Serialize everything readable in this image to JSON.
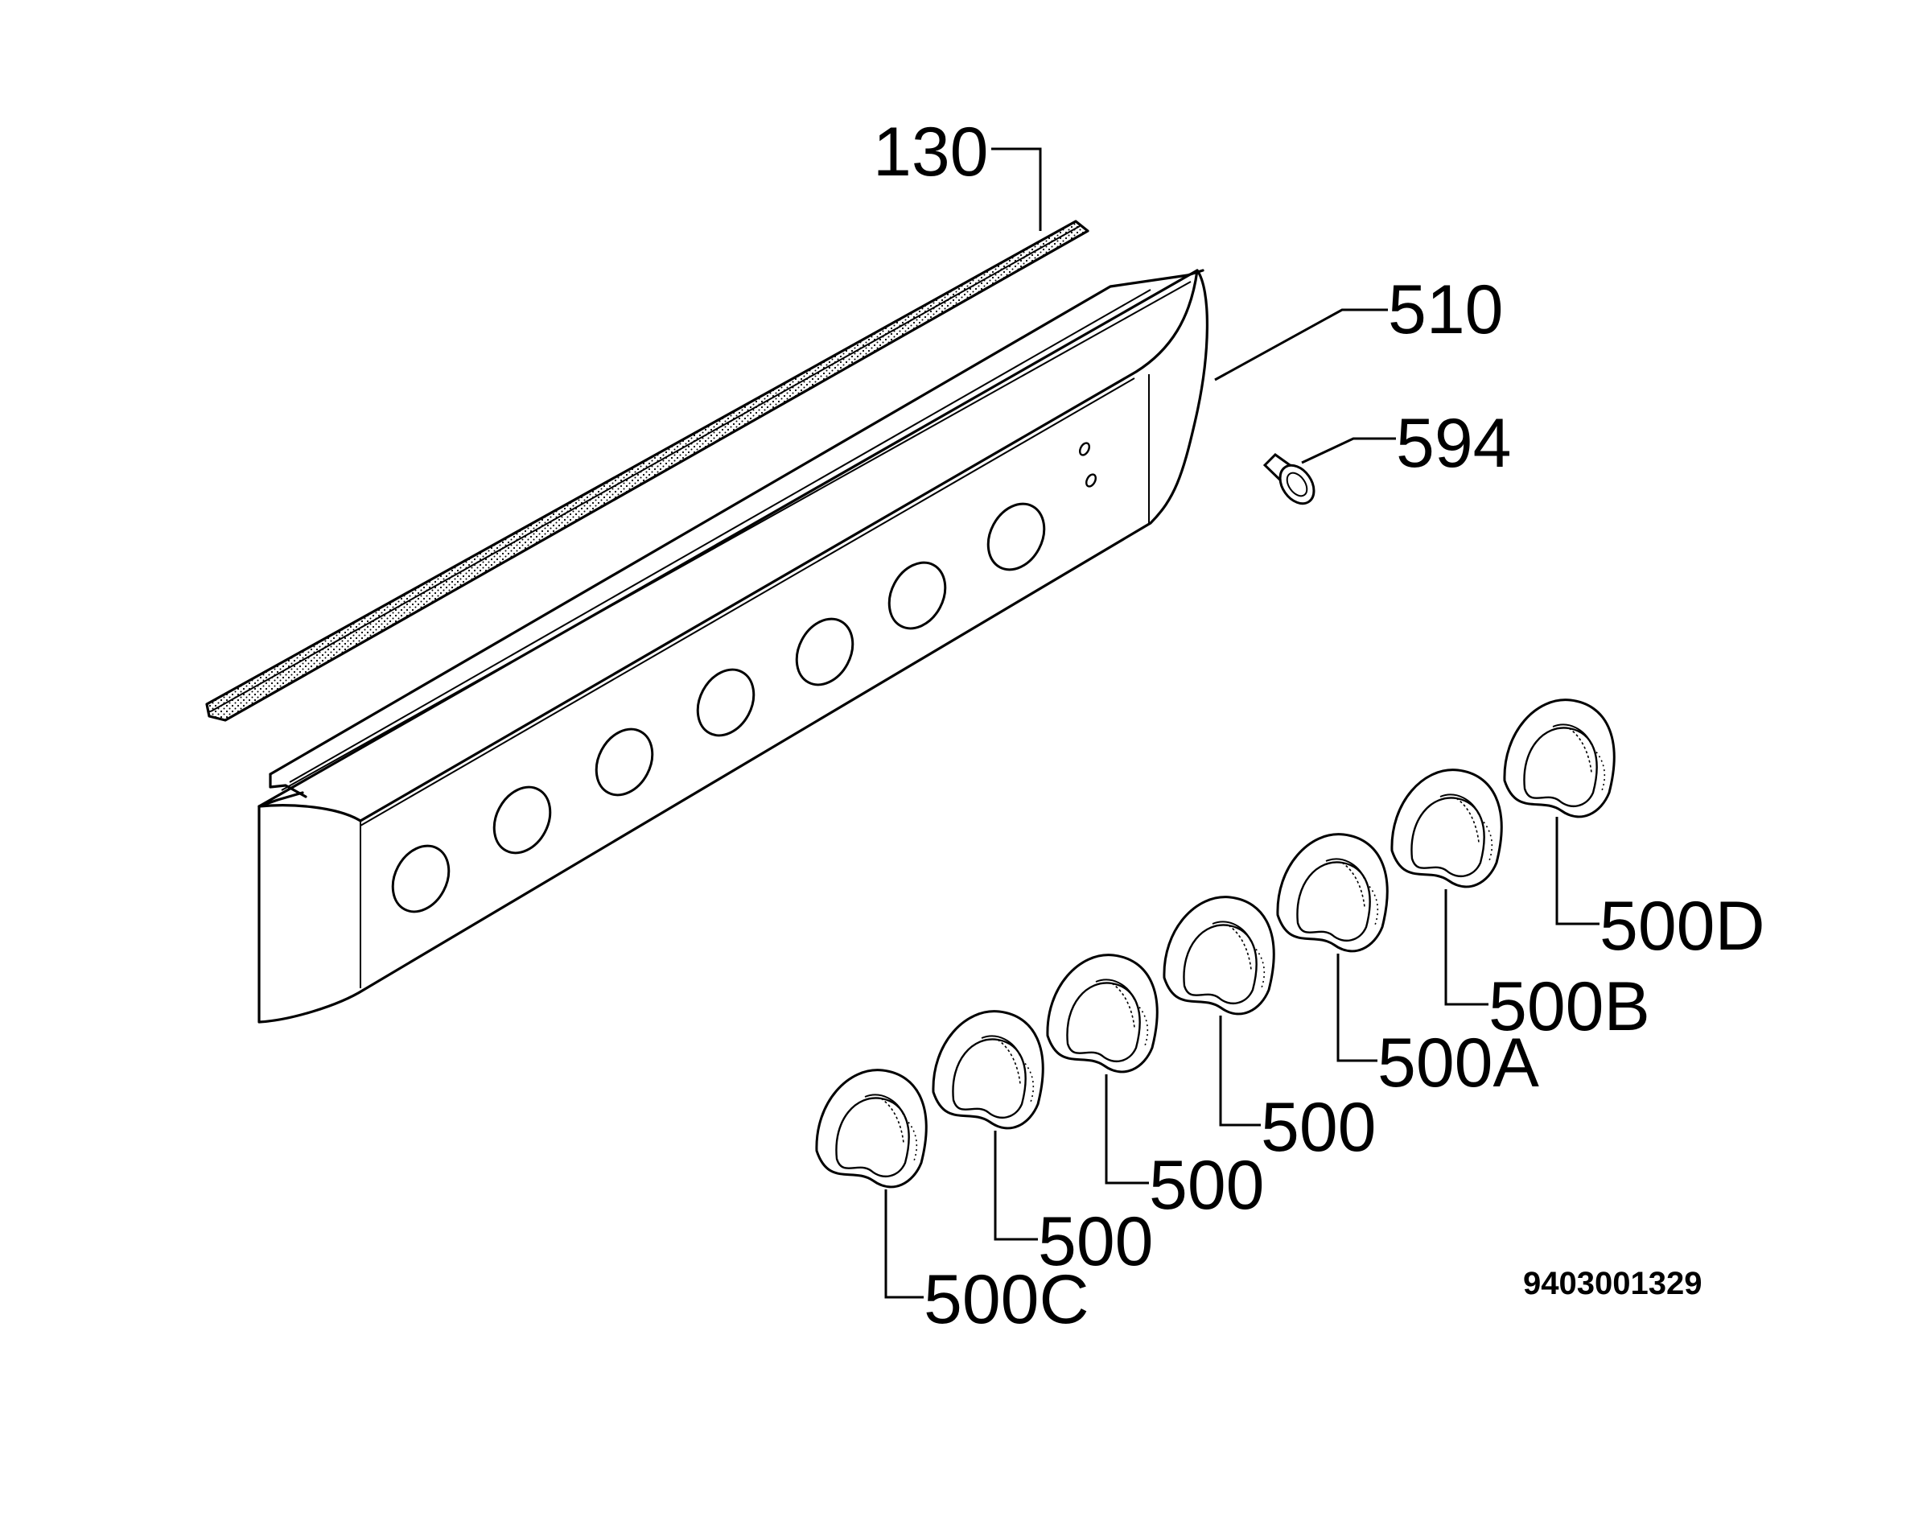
{
  "labels": {
    "strip": "130",
    "panel": "510",
    "lamp": "594",
    "knob_1": "500C",
    "knob_2": "500",
    "knob_3": "500",
    "knob_4": "500",
    "knob_5": "500A",
    "knob_6": "500B",
    "knob_7": "500D"
  },
  "doc_number": "9403001329",
  "colors": {
    "ink": "#000000",
    "background": "#ffffff"
  }
}
